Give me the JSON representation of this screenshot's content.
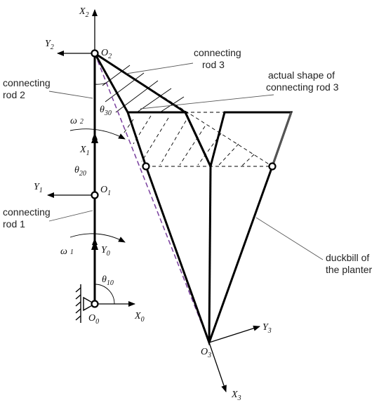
{
  "labels": {
    "connecting_rod_3": [
      "connecting",
      "rod 3"
    ],
    "actual_shape": [
      "actual shape of",
      "connecting rod 3"
    ],
    "connecting_rod_2": [
      "connecting",
      "rod 2"
    ],
    "connecting_rod_1": [
      "connecting",
      "rod 1"
    ],
    "duckbill": [
      "duckbill of",
      "the planter"
    ]
  },
  "symbols": {
    "X2": {
      "main": "X",
      "sub": "2"
    },
    "Y2": {
      "main": "Y",
      "sub": "2"
    },
    "O2": {
      "main": "O",
      "sub": "2"
    },
    "theta30": {
      "main": "θ",
      "sub": "30"
    },
    "omega2": {
      "main": "ω",
      "sub": "2"
    },
    "X1": {
      "main": "X",
      "sub": "1"
    },
    "theta20": {
      "main": "θ",
      "sub": "20"
    },
    "Y1": {
      "main": "Y",
      "sub": "1"
    },
    "O1": {
      "main": "O",
      "sub": "1"
    },
    "omega1": {
      "main": "ω",
      "sub": "1"
    },
    "Y0": {
      "main": "Y",
      "sub": "0"
    },
    "theta10": {
      "main": "θ",
      "sub": "10"
    },
    "O0": {
      "main": "O",
      "sub": "0"
    },
    "X0": {
      "main": "X",
      "sub": "0"
    },
    "Y3": {
      "main": "Y",
      "sub": "3"
    },
    "O3": {
      "main": "O",
      "sub": "3"
    },
    "X3": {
      "main": "X",
      "sub": "3"
    }
  },
  "colors": {
    "line": "#000000",
    "dashed_purple": "#7a3f9e",
    "leader": "#555555"
  }
}
